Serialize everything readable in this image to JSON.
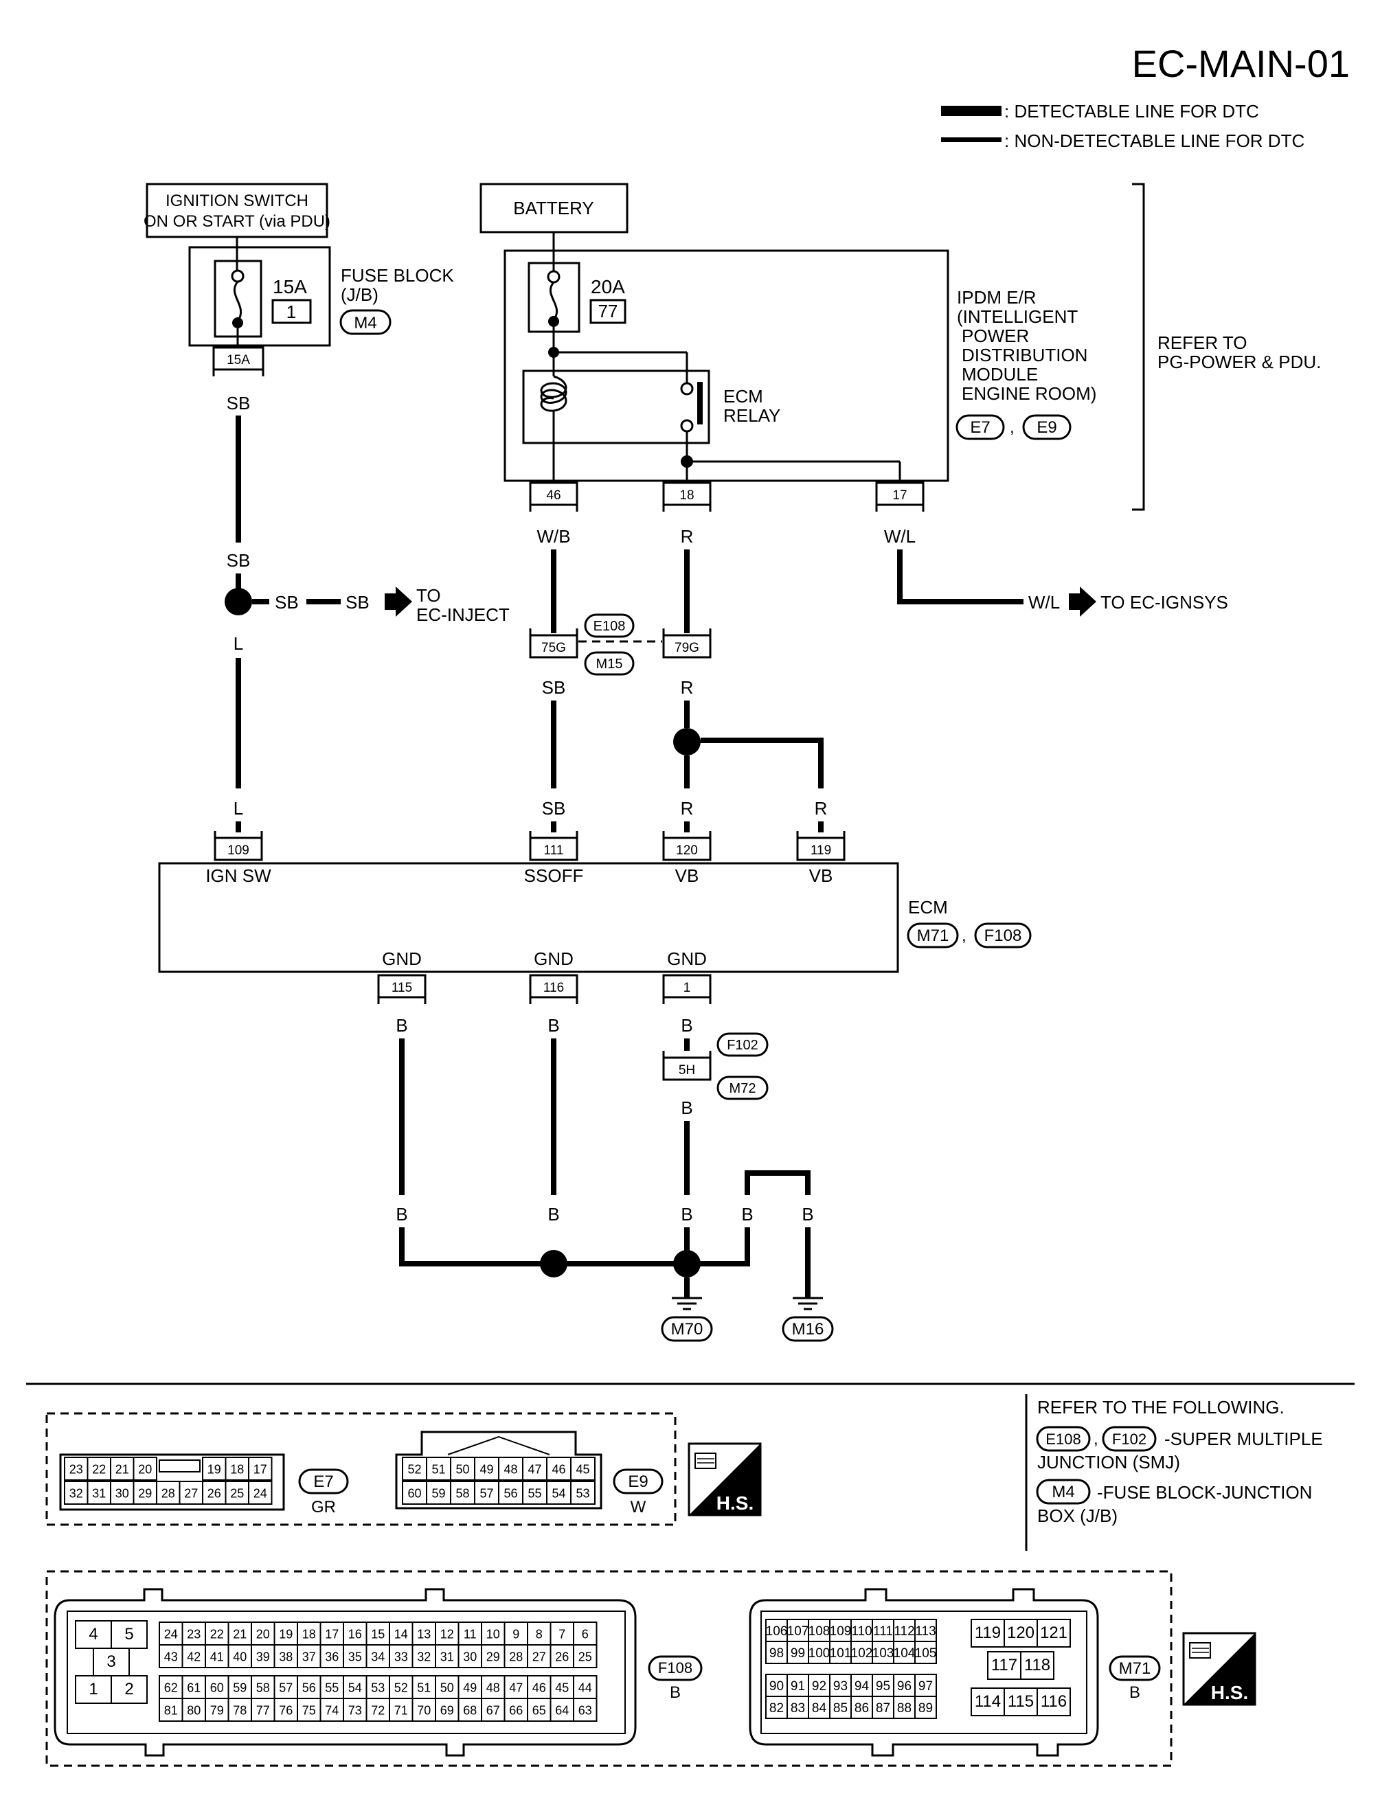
{
  "title": "EC-MAIN-01",
  "legend": {
    "detectable": ": DETECTABLE LINE FOR DTC",
    "non_detectable": ": NON-DETECTABLE LINE FOR DTC"
  },
  "ignition_switch": {
    "line1": "IGNITION SWITCH",
    "line2": "ON OR START (via PDU)"
  },
  "fuse_block": {
    "label_line1": "FUSE BLOCK",
    "label_line2": "(J/B)",
    "connector": "M4",
    "fuse_rating": "15A",
    "fuse_number": "1",
    "terminal": "15A"
  },
  "battery": "BATTERY",
  "ipdm": {
    "label_lines": [
      "IPDM E/R",
      "(INTELLIGENT",
      "POWER",
      "DISTRIBUTION",
      "MODULE",
      "ENGINE ROOM)"
    ],
    "connectors": [
      "E7",
      "E9"
    ],
    "separator": ",",
    "fuse_rating": "20A",
    "fuse_number": "77",
    "relay_line1": "ECM",
    "relay_line2": "RELAY",
    "terminals": [
      "46",
      "18",
      "17"
    ]
  },
  "refer_pg": {
    "line1": "REFER TO",
    "line2": "PG-POWER & PDU."
  },
  "wires": {
    "sb": "SB",
    "l": "L",
    "wb": "W/B",
    "r": "R",
    "wl": "W/L",
    "b": "B"
  },
  "to_ec_inject": {
    "line1": "TO",
    "line2": "EC-INJECT"
  },
  "to_ec_ignsys": "TO EC-IGNSYS",
  "joint_connector": {
    "pins": [
      "75G",
      "79G"
    ],
    "connectors": [
      "E108",
      "M15"
    ]
  },
  "ecm": {
    "label": "ECM",
    "connectors": [
      "M71",
      "F108"
    ],
    "separator": ",",
    "top_terminals": [
      {
        "pin": "109",
        "name": "IGN SW"
      },
      {
        "pin": "111",
        "name": "SSOFF"
      },
      {
        "pin": "120",
        "name": "VB"
      },
      {
        "pin": "119",
        "name": "VB"
      }
    ],
    "bottom_terminals": [
      {
        "pin": "115",
        "name": "GND"
      },
      {
        "pin": "116",
        "name": "GND"
      },
      {
        "pin": "1",
        "name": "GND"
      }
    ]
  },
  "ground_joint": {
    "pin": "5H",
    "connectors": [
      "F102",
      "M72"
    ]
  },
  "grounds": [
    "M70",
    "M16"
  ],
  "connector_e7": {
    "id": "E7",
    "color": "GR",
    "row1": [
      "23",
      "22",
      "21",
      "20",
      "",
      "19",
      "18",
      "17"
    ],
    "row2": [
      "32",
      "31",
      "30",
      "29",
      "28",
      "27",
      "26",
      "25",
      "24"
    ]
  },
  "connector_e9": {
    "id": "E9",
    "color": "W",
    "row1": [
      "52",
      "51",
      "50",
      "49",
      "48",
      "47",
      "46",
      "45"
    ],
    "row2": [
      "60",
      "59",
      "58",
      "57",
      "56",
      "55",
      "54",
      "53"
    ]
  },
  "hs_label": "H.S.",
  "refer_following": {
    "heading": "REFER TO THE FOLLOWING.",
    "smj_connectors": [
      "E108",
      "F102"
    ],
    "smj_sep": ",",
    "smj_text1": "-SUPER MULTIPLE",
    "smj_text2": "JUNCTION (SMJ)",
    "jb_connector": "M4",
    "jb_text1": "-FUSE BLOCK-JUNCTION",
    "jb_text2": "BOX (J/B)"
  },
  "connector_f108": {
    "id": "F108",
    "color": "B",
    "small_pins": [
      "4",
      "5",
      "3",
      "1",
      "2"
    ],
    "row1": [
      "24",
      "23",
      "22",
      "21",
      "20",
      "19",
      "18",
      "17",
      "16",
      "15",
      "14",
      "13",
      "12",
      "11",
      "10",
      "9",
      "8",
      "7",
      "6"
    ],
    "row2": [
      "43",
      "42",
      "41",
      "40",
      "39",
      "38",
      "37",
      "36",
      "35",
      "34",
      "33",
      "32",
      "31",
      "30",
      "29",
      "28",
      "27",
      "26",
      "25"
    ],
    "row3": [
      "62",
      "61",
      "60",
      "59",
      "58",
      "57",
      "56",
      "55",
      "54",
      "53",
      "52",
      "51",
      "50",
      "49",
      "48",
      "47",
      "46",
      "45",
      "44"
    ],
    "row4": [
      "81",
      "80",
      "79",
      "78",
      "77",
      "76",
      "75",
      "74",
      "73",
      "72",
      "71",
      "70",
      "69",
      "68",
      "67",
      "66",
      "65",
      "64",
      "63"
    ]
  },
  "connector_m71": {
    "id": "M71",
    "color": "B",
    "row1": [
      "106",
      "107",
      "108",
      "109",
      "110",
      "111",
      "112",
      "113"
    ],
    "row2": [
      "98",
      "99",
      "100",
      "101",
      "102",
      "103",
      "104",
      "105"
    ],
    "row3": [
      "90",
      "91",
      "92",
      "93",
      "94",
      "95",
      "96",
      "97"
    ],
    "row4": [
      "82",
      "83",
      "84",
      "85",
      "86",
      "87",
      "88",
      "89"
    ],
    "block_a": [
      "119",
      "120",
      "121"
    ],
    "block_b": [
      "117",
      "118"
    ],
    "block_c": [
      "114",
      "115",
      "116"
    ]
  }
}
